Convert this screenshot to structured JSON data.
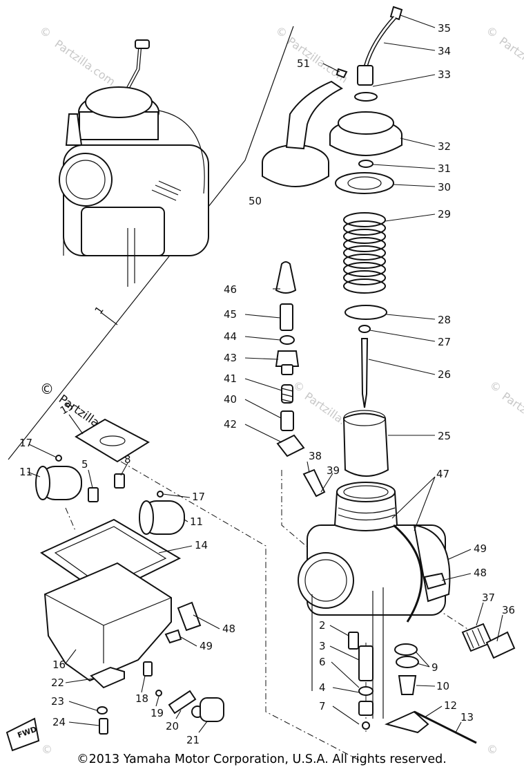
{
  "labels": {
    "n1": "1",
    "n2": "2",
    "n3": "3",
    "n4": "4",
    "n5": "5",
    "n6": "6",
    "n7": "7",
    "n8": "8",
    "n9": "9",
    "n10": "10",
    "n11a": "11",
    "n11b": "11",
    "n12": "12",
    "n13": "13",
    "n14": "14",
    "n15": "15",
    "n16": "16",
    "n17a": "17",
    "n17b": "17",
    "n18": "18",
    "n19": "19",
    "n20": "20",
    "n21": "21",
    "n22": "22",
    "n23": "23",
    "n24": "24",
    "n25": "25",
    "n26": "26",
    "n27": "27",
    "n28": "28",
    "n29": "29",
    "n30": "30",
    "n31": "31",
    "n32": "32",
    "n33": "33",
    "n34": "34",
    "n35": "35",
    "n36": "36",
    "n37": "37",
    "n38": "38",
    "n39": "39",
    "n40": "40",
    "n41": "41",
    "n42": "42",
    "n43": "43",
    "n44": "44",
    "n45": "45",
    "n46": "46",
    "n47": "47",
    "n48a": "48",
    "n48b": "48",
    "n49a": "49",
    "n49b": "49",
    "n50": "50",
    "n51": "51"
  },
  "fwd_label": "FWD",
  "watermark_text": "Partzilla.com",
  "watermark_copyright": "©",
  "copyright": "©2013 Yamaha Motor Corporation, U.S.A. All rights reserved."
}
